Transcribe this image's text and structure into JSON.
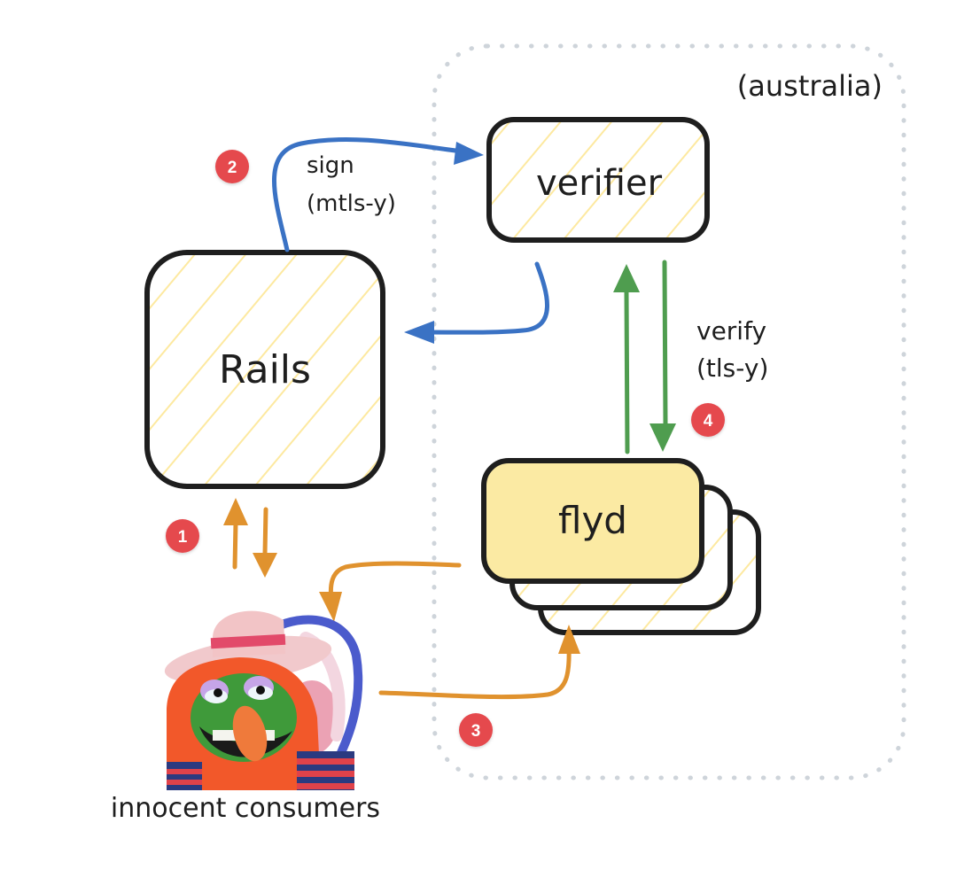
{
  "diagram": {
    "region": {
      "label": "(australia)"
    },
    "nodes": {
      "verifier": {
        "label": "verifier"
      },
      "rails": {
        "label": "Rails"
      },
      "flyd": {
        "label": "flyd",
        "stacked_copies": 3
      },
      "consumers": {
        "label": "innocent consumers",
        "image": "muppet-icon"
      }
    },
    "edges": {
      "sign": {
        "label_line1": "sign",
        "label_line2": "(mtls-y)",
        "color": "#3a72c4",
        "from": "Rails",
        "to": "verifier"
      },
      "sign_reply": {
        "color": "#3a72c4",
        "from": "verifier",
        "to": "Rails"
      },
      "verify": {
        "label_line1": "verify",
        "label_line2": "(tls-y)",
        "color": "#4f9d4f",
        "between": [
          "flyd",
          "verifier"
        ]
      },
      "consumer_rails": {
        "color": "#e0922e",
        "between": [
          "innocent consumers",
          "Rails"
        ]
      },
      "consumer_flyd": {
        "color": "#e0922e",
        "from": "innocent consumers",
        "to": "flyd"
      },
      "flyd_consumer": {
        "color": "#e0922e",
        "from": "flyd",
        "to": "innocent consumers"
      }
    },
    "badges": [
      {
        "number": "1"
      },
      {
        "number": "2"
      },
      {
        "number": "3"
      },
      {
        "number": "4"
      }
    ],
    "colors": {
      "badge": "#e5484d",
      "stroke": "#1e1e1e",
      "fill_yellow": "#fbeaa3",
      "hatch": "#fde9a0",
      "region_border": "#ced4da"
    }
  }
}
